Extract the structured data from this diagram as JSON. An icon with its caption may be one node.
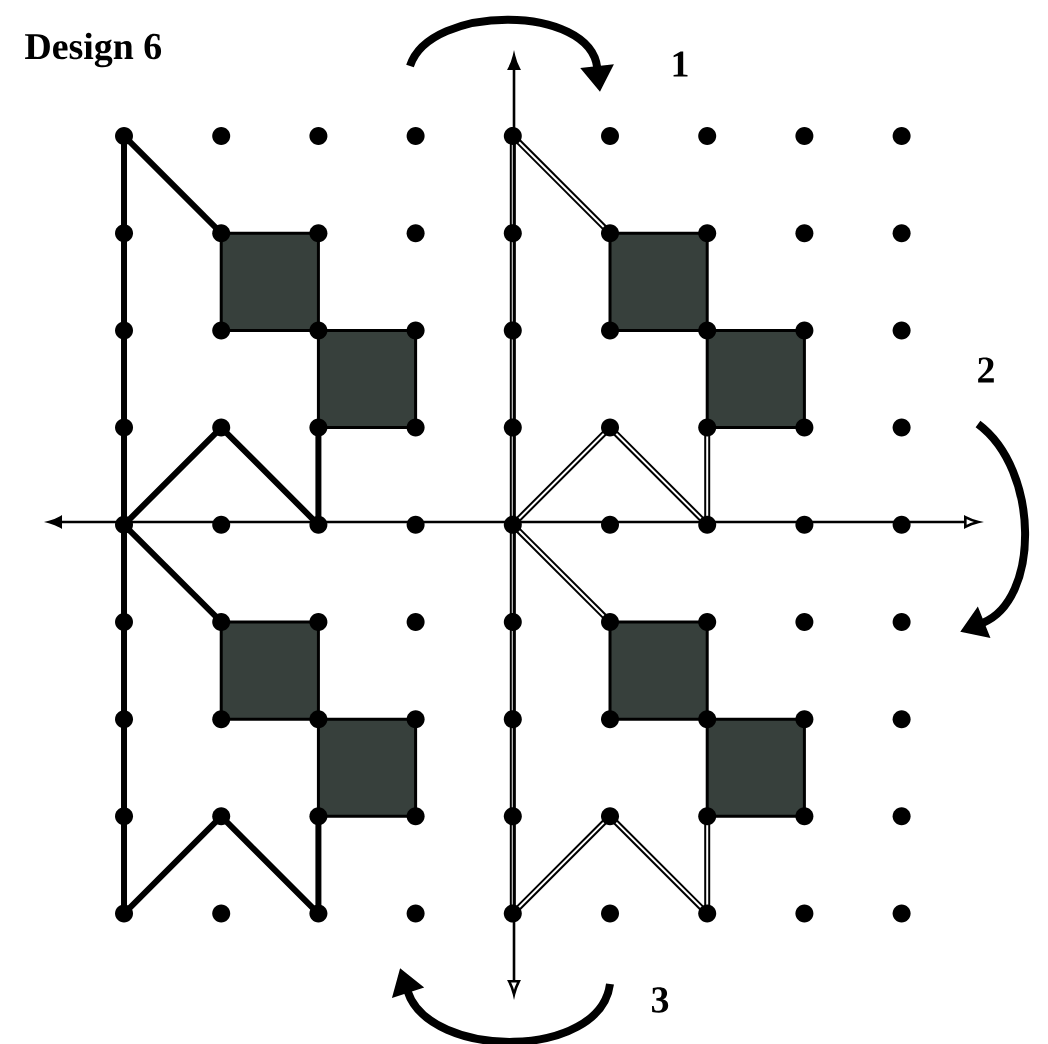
{
  "diagram": {
    "title": "Design 6",
    "labels": [
      "1",
      "2",
      "3"
    ]
  }
}
